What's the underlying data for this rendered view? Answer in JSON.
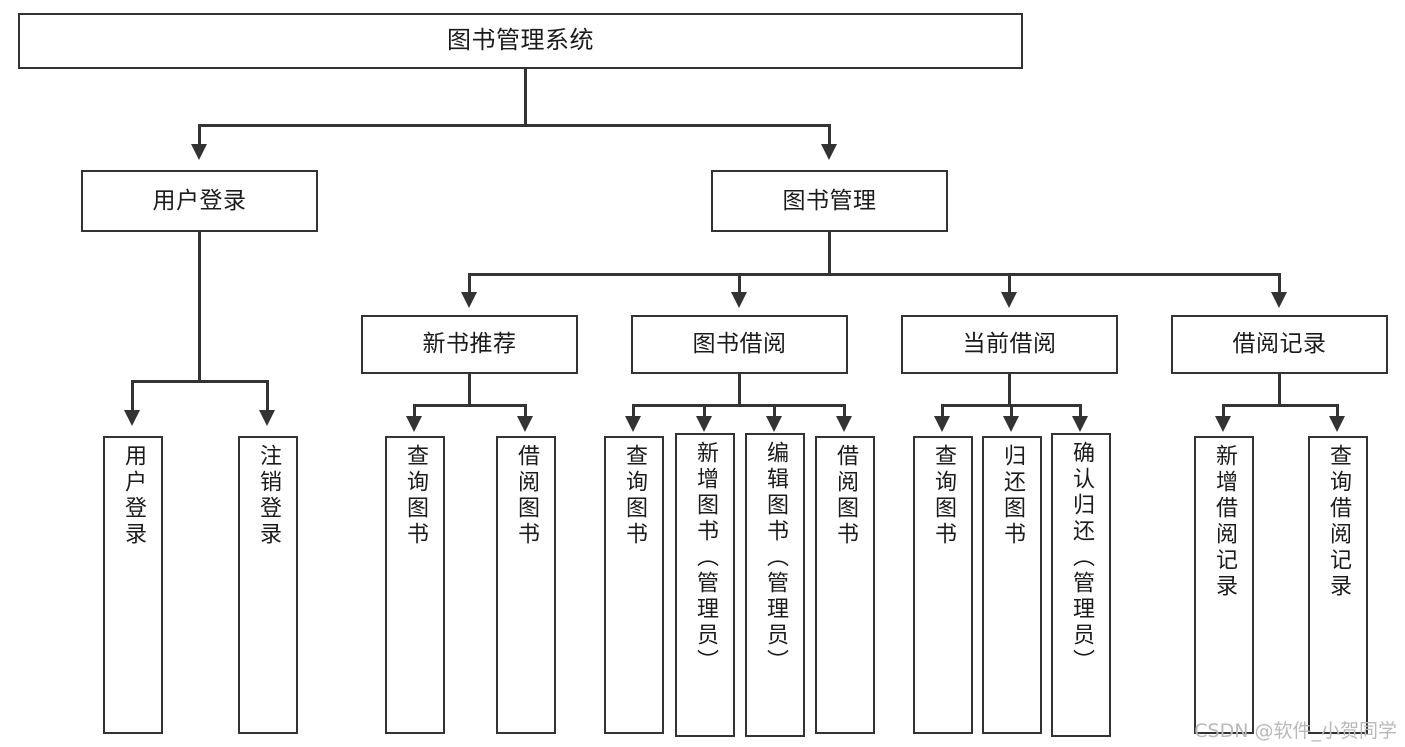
{
  "diagram": {
    "title": "图书管理系统",
    "type": "tree-hierarchy-diagram",
    "orientation": "top-down",
    "box_border_color": "#333333",
    "box_fill_color": "#ffffff",
    "connector_color": "#333333",
    "text_color": "#1b1b1b"
  },
  "root": {
    "label": "图书管理系统"
  },
  "level1": [
    {
      "label": "用户登录"
    },
    {
      "label": "图书管理"
    }
  ],
  "level2": [
    {
      "label": "新书推荐"
    },
    {
      "label": "图书借阅"
    },
    {
      "label": "当前借阅"
    },
    {
      "label": "借阅记录"
    }
  ],
  "leaves": {
    "user_login": [
      {
        "label": "用户登录"
      },
      {
        "label": "注销登录"
      }
    ],
    "new_book_recommend": [
      {
        "label": "查询图书"
      },
      {
        "label": "借阅图书"
      }
    ],
    "book_borrow": [
      {
        "label": "查询图书"
      },
      {
        "label": "新增图书（管理员）"
      },
      {
        "label": "编辑图书（管理员）"
      },
      {
        "label": "借阅图书"
      }
    ],
    "current_borrow": [
      {
        "label": "查询图书"
      },
      {
        "label": "归还图书"
      },
      {
        "label": "确认归还（管理员）"
      }
    ],
    "borrow_record": [
      {
        "label": "新增借阅记录"
      },
      {
        "label": "查询借阅记录"
      }
    ]
  },
  "watermark": {
    "text": "CSDN @软件_小贺同学"
  }
}
